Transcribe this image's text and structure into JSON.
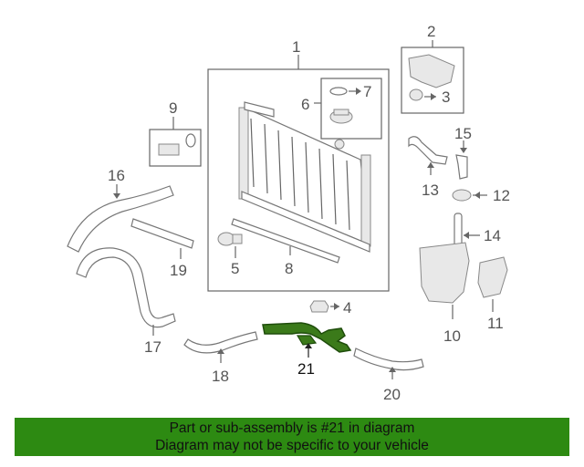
{
  "diagram": {
    "labels": {
      "p1": "1",
      "p2": "2",
      "p3": "3",
      "p4": "4",
      "p5": "5",
      "p6": "6",
      "p7": "7",
      "p8": "8",
      "p9": "9",
      "p10": "10",
      "p11": "11",
      "p12": "12",
      "p13": "13",
      "p14": "14",
      "p15": "15",
      "p16": "16",
      "p17": "17",
      "p18": "18",
      "p19": "19",
      "p20": "20",
      "p21": "21"
    },
    "highlight_part": "21",
    "colors": {
      "highlight": "#2d6b12",
      "banner": "#2d8a12",
      "line": "#666666"
    }
  },
  "banner": {
    "line1": "Part or sub-assembly is #21 in diagram",
    "line2": "Diagram may not be specific to your vehicle"
  }
}
